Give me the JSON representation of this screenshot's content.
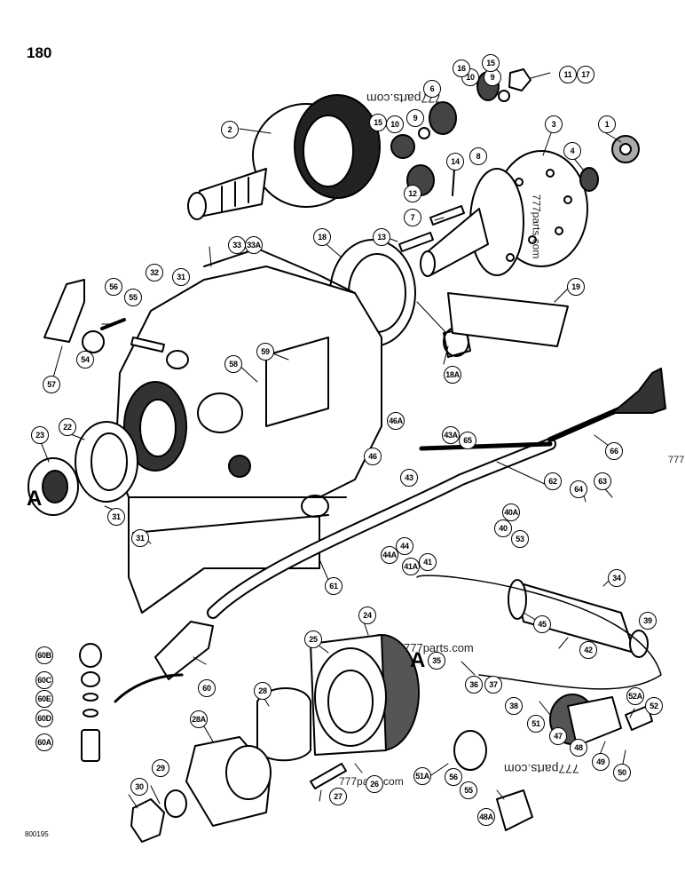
{
  "page_number": "180",
  "drawing_code": "800195",
  "watermarks": [
    "777parts.com",
    "777parts.com",
    "777parts.com",
    "777parts.com",
    "777",
    "777parts.com"
  ],
  "section_marker": "A",
  "callouts": [
    "1",
    "2",
    "3",
    "4",
    "6",
    "7",
    "8",
    "9",
    "9",
    "10",
    "10",
    "11",
    "17",
    "12",
    "13",
    "14",
    "15",
    "15",
    "16",
    "18",
    "18A",
    "19",
    "22",
    "23",
    "24",
    "25",
    "26",
    "27",
    "28",
    "28A",
    "29",
    "30",
    "31",
    "31",
    "31",
    "32",
    "33",
    "33A",
    "34",
    "35",
    "36",
    "37",
    "38",
    "39",
    "40",
    "40A",
    "41",
    "41A",
    "42",
    "43",
    "43A",
    "44",
    "44A",
    "45",
    "46",
    "46A",
    "47",
    "48",
    "48A",
    "49",
    "50",
    "51",
    "51A",
    "52",
    "52A",
    "53",
    "54",
    "55",
    "55",
    "56",
    "56",
    "57",
    "58",
    "59",
    "60",
    "60A",
    "60B",
    "60C",
    "60D",
    "60E",
    "61",
    "62",
    "63",
    "64",
    "65",
    "66"
  ],
  "colors": {
    "ink": "#000000",
    "paper": "#ffffff"
  }
}
